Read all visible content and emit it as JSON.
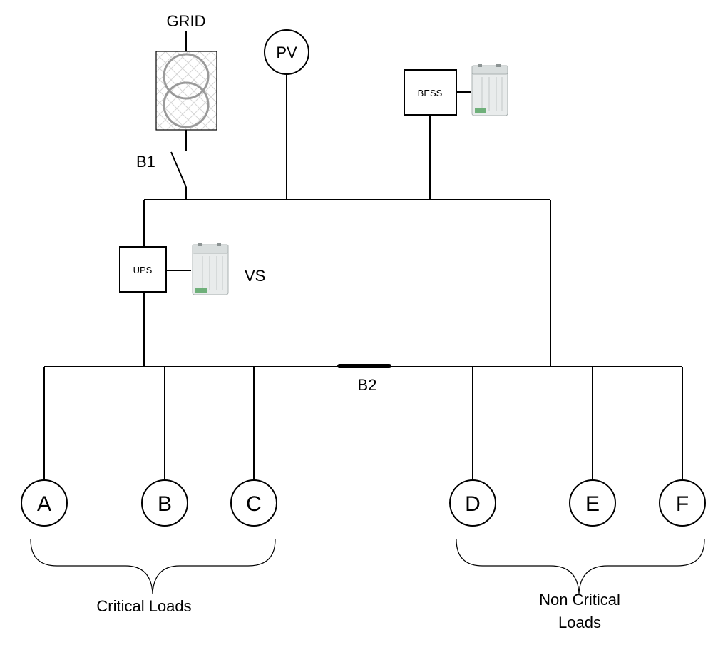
{
  "diagram": {
    "grid_label": "GRID",
    "pv_label": "PV",
    "bess_label": "BESS",
    "ups_label": "UPS",
    "vs_label": "VS",
    "breaker1_label": "B1",
    "breaker2_label": "B2",
    "critical_loads": [
      "A",
      "B",
      "C"
    ],
    "non_critical_loads": [
      "D",
      "E",
      "F"
    ],
    "critical_group_label": "Critical Loads",
    "non_critical_group_label_line1": "Non Critical",
    "non_critical_group_label_line2": "Loads"
  }
}
